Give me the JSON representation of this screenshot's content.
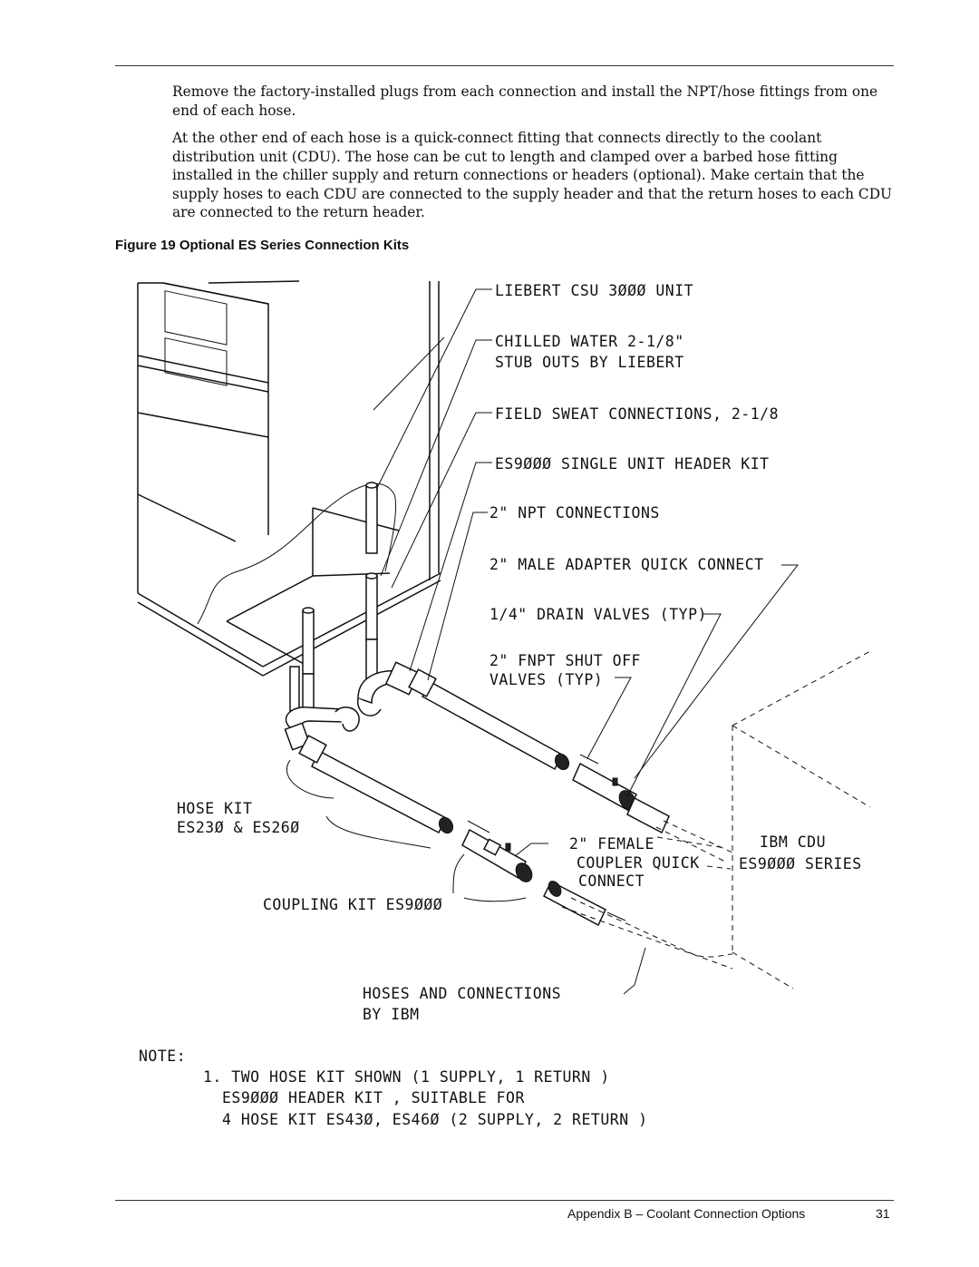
{
  "paragraphs": [
    "Remove the factory-installed plugs from each connection and install the NPT/hose fittings from one end of each hose.",
    "At the other end of each hose is a quick-connect fitting that connects directly to the coolant distribution unit (CDU). The hose can be cut to length and clamped over a barbed hose fitting installed in the chiller supply and return connections or headers (optional). Make certain that the supply hoses to each CDU are connected to the supply header and that the return hoses to each CDU are connected to the return header."
  ],
  "figure": {
    "caption": "Figure 19  Optional ES Series Connection Kits",
    "labels": {
      "unit": "LIEBERT CSU 3ØØØ UNIT",
      "chilled_water_1": "CHILLED WATER 2-1/8\"",
      "chilled_water_2": "STUB OUTS BY LIEBERT",
      "field_sweat": "FIELD SWEAT CONNECTIONS, 2-1/8",
      "header_kit": "ES9ØØØ SINGLE UNIT HEADER KIT",
      "npt": "2\" NPT CONNECTIONS",
      "male_adapter": "2\" MALE ADAPTER QUICK CONNECT",
      "drain_valves": "1/4\" DRAIN VALVES (TYP)",
      "shutoff_1": "2\" FNPT SHUT OFF",
      "shutoff_2": "VALVES (TYP)",
      "hose_kit_1": "HOSE KIT",
      "hose_kit_2": "ES23Ø & ES26Ø",
      "female_1": "2\" FEMALE",
      "female_2": "COUPLER QUICK",
      "female_3": "CONNECT",
      "ibm_cdu_1": "IBM CDU",
      "ibm_cdu_2": "ES9ØØØ SERIES",
      "coupling_kit": "COUPLING KIT ES9ØØØ",
      "hoses_ibm_1": "HOSES AND CONNECTIONS",
      "hoses_ibm_2": "BY IBM"
    },
    "note": {
      "heading": "NOTE:",
      "line1": "1. TWO HOSE KIT SHOWN (1 SUPPLY, 1 RETURN )",
      "line2": "ES9ØØØ HEADER KIT , SUITABLE FOR",
      "line3": "4 HOSE KIT ES43Ø, ES46Ø (2 SUPPLY, 2 RETURN )"
    }
  },
  "footer": {
    "section": "Appendix B – Coolant Connection Options",
    "page": "31"
  }
}
